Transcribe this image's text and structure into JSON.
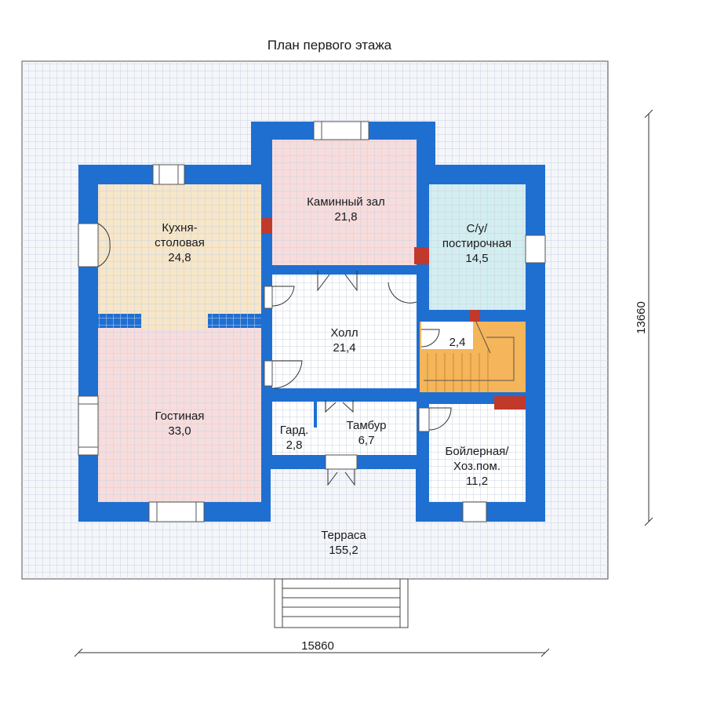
{
  "title": "План первого этажа",
  "colors": {
    "wall": "#1f6fd1",
    "kitchen": "#f7e6c8",
    "pink_room": "#f8dcdc",
    "bath": "#d3eef0",
    "stairs": "#f5b55a",
    "grid_line": "#c9d3e2",
    "chimney": "#c0392b"
  },
  "rooms": [
    {
      "name": "Кухня-",
      "name2": "столовая",
      "area": "24,8"
    },
    {
      "name": "Каминный зал",
      "area": "21,8"
    },
    {
      "name": "С/у/",
      "name2": "постирочная",
      "area": "14,5"
    },
    {
      "name": "Холл",
      "area": "21,4"
    },
    {
      "name": "",
      "area": "2,4"
    },
    {
      "name": "Гостиная",
      "area": "33,0"
    },
    {
      "name": "Гард.",
      "area": "2,8"
    },
    {
      "name": "Тамбур",
      "area": "6,7"
    },
    {
      "name": "Бойлерная/",
      "name2": "Хоз.пом.",
      "area": "11,2"
    },
    {
      "name": "Терраса",
      "area": "155,2"
    }
  ],
  "dimensions": {
    "width": "15860",
    "depth": "13660"
  }
}
